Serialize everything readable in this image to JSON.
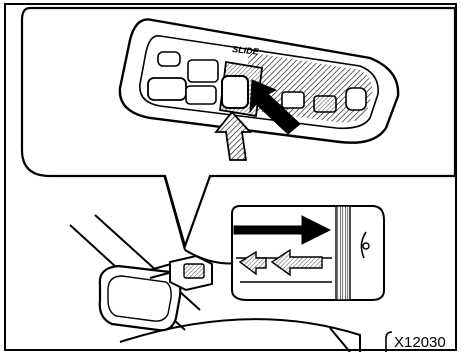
{
  "callout": {
    "label": "SLIDE"
  },
  "figure": {
    "code": "X12030"
  },
  "colors": {
    "ink": "#000000",
    "paper": "#ffffff"
  },
  "icons": [
    "slide-direction-arrow",
    "push-direction-arrow",
    "hatched-hint-arrow"
  ]
}
